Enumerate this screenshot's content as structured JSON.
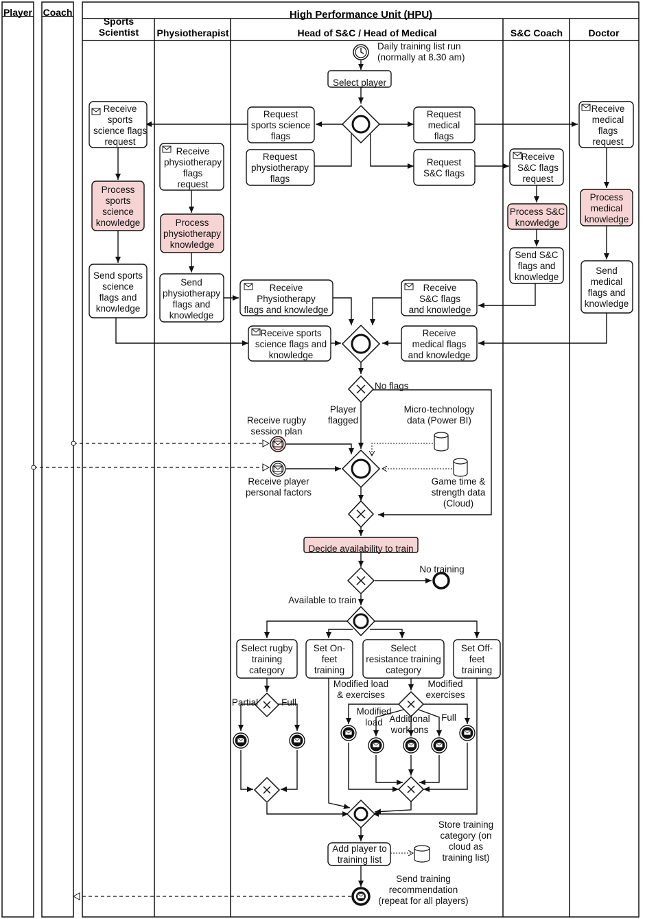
{
  "pool_title": "High Performance Unit (HPU)",
  "outside_lanes": [
    "Player",
    "Coach"
  ],
  "lanes": [
    "Sports\nScientist",
    "Physiotherapist",
    "Head of S&C / Head of Medical",
    "S&C Coach",
    "Doctor"
  ],
  "timer_event": "Daily training list run\n(normally at 8.30 am)",
  "tasks": {
    "select_player": "Select player",
    "req_sports": "Request\nsports science\nflags",
    "req_medical": "Request\nmedical\nflags",
    "req_physio": "Request\nphysiotherapy\nflags",
    "req_sc": "Request\nS&C flags",
    "recv_sports_req": "Receive\nsports\nscience flags\nrequest",
    "recv_physio_req": "Receive\nphysiotherapy\nflags\nrequest",
    "recv_sc_req": "Receive\nS&C flags\nrequest",
    "recv_med_req": "Receive\nmedical\nflags\nrequest",
    "proc_sports": "Process\nsports\nscience\nknowledge",
    "proc_physio": "Process\nphysiotherapy\nknowledge",
    "proc_sc": "Process S&C\nknowledge",
    "proc_med": "Process\nmedical\nknowledge",
    "send_sports": "Send sports\nscience\nflags and\nknowledge",
    "send_physio": "Send\nphysiotherapy\nflags and\nknowledge",
    "send_sc": "Send S&C\nflags and\nknowledge",
    "send_med": "Send\nmedical\nflags and\nknowledge",
    "recv_physio_flags": "Receive\nPhysiotherapy\nflags and knowledge",
    "recv_sc_flags": "Receive\nS&C flags\nand knowledge",
    "recv_sports_flags": "Receive sports\nscience flags and\nknowledge",
    "recv_med_flags": "Receive\nmedical flags\nand knowledge",
    "decide": "Decide availability to train",
    "sel_rugby": "Select rugby\ntraining\ncategory",
    "set_onfeet": "Set On-\nfeet\ntraining",
    "sel_resist": "Select\nresistance training\ncategory",
    "set_offfeet": "Set Off-\nfeet\ntraining",
    "add_player": "Add player to\ntraining list"
  },
  "labels": {
    "no_flags": "No flags",
    "player_flagged": "Player\nflagged",
    "micro_tech": "Micro-technology\ndata (Power BI)",
    "game_time": "Game time &\nstrength data\n(Cloud)",
    "recv_rugby": "Receive rugby\nsession plan",
    "recv_personal": "Receive player\npersonal factors",
    "no_training": "No training",
    "available": "Available to train",
    "partial": "Partial",
    "full": "Full",
    "full2": "Full",
    "mod_load_ex": "Modified load\n& exercises",
    "mod_ex": "Modified\nexercises",
    "mod_load": "Modified\nload",
    "add_workons": "Additional\nwork-ons",
    "store": "Store training\ncategory (on\ncloud as\ntraining list)",
    "send_rec": "Send training\nrecommendation\n(repeat for all players)"
  },
  "colors": {
    "highlight_fill": "#f7d4d4",
    "stroke": "#111111",
    "background": "#ffffff"
  }
}
